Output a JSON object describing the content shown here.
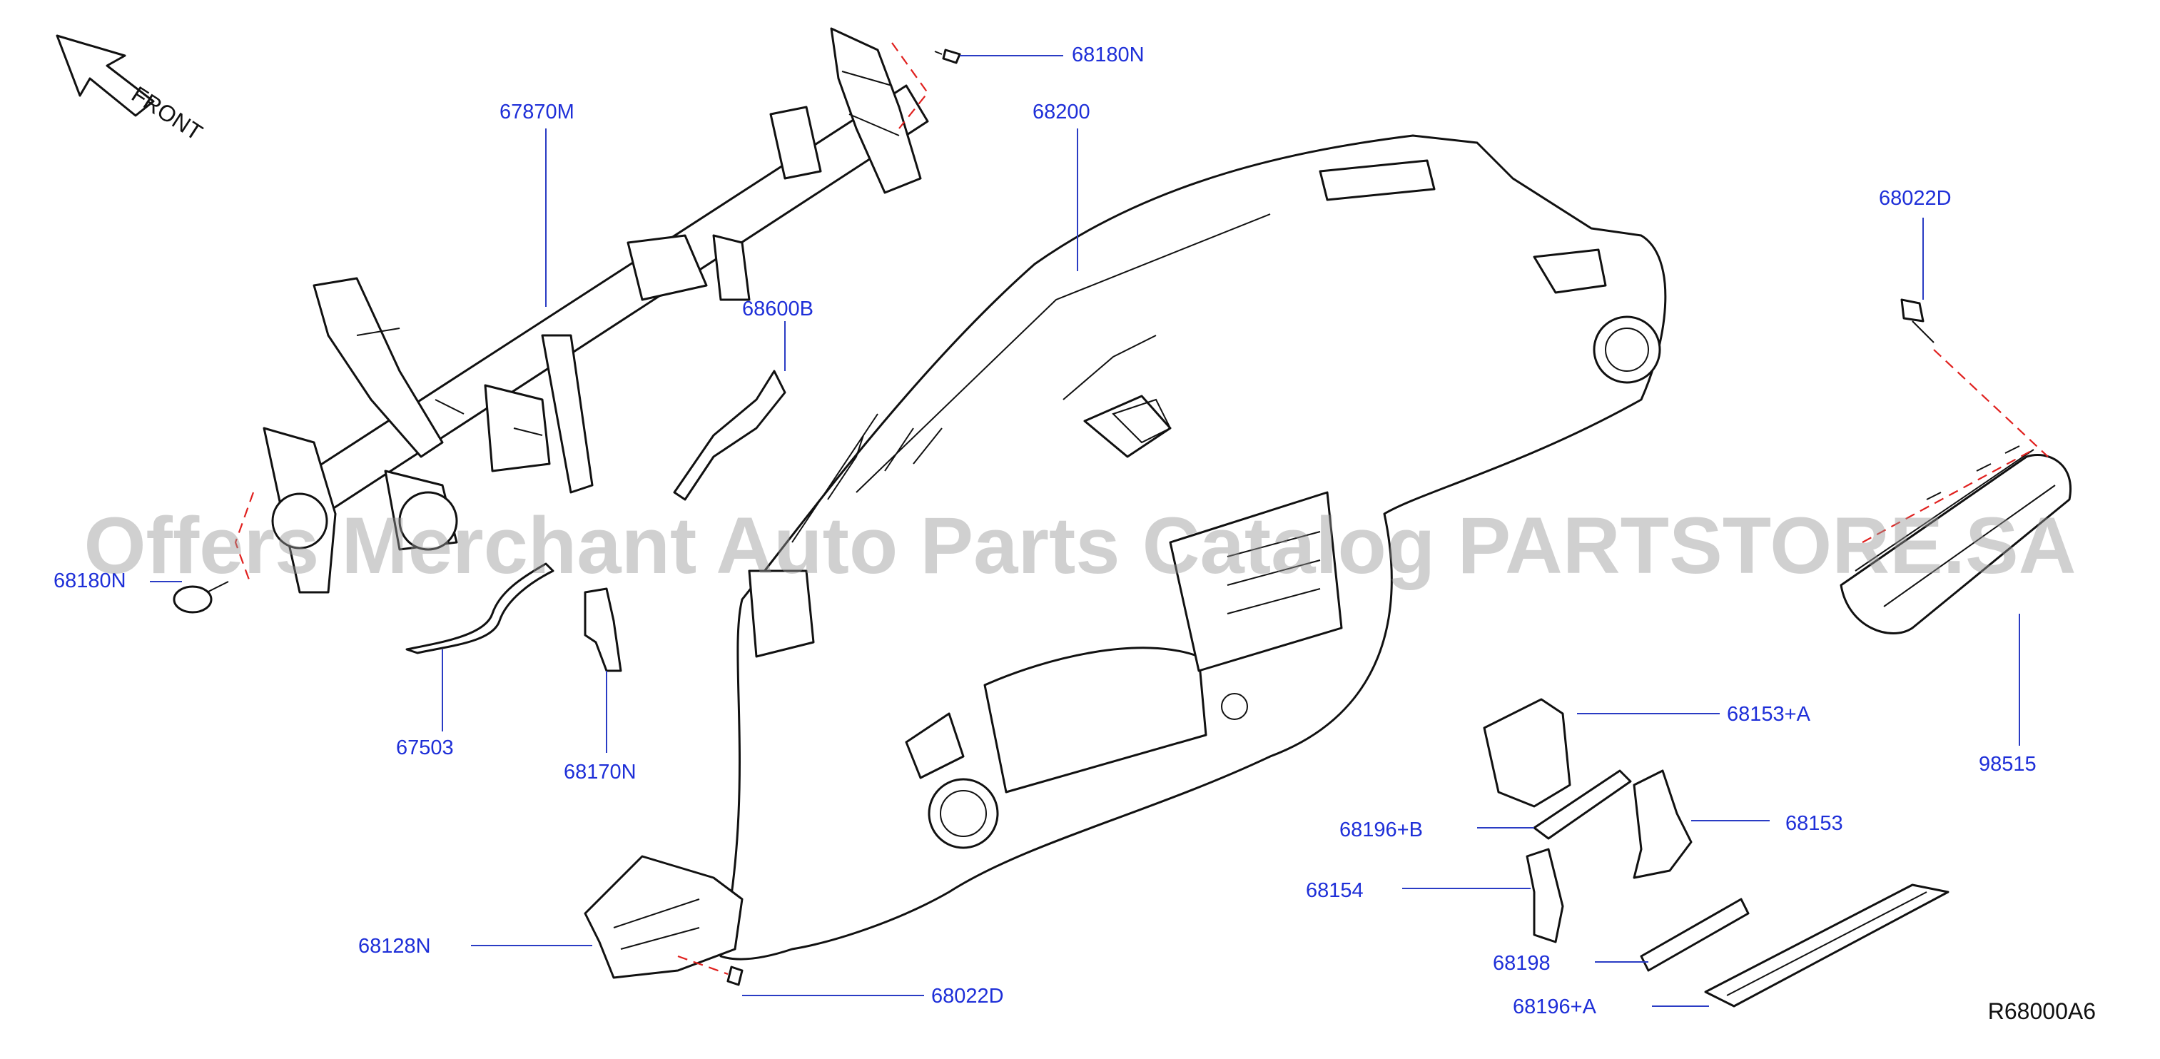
{
  "direction_label": "FRONT",
  "watermark": "Offers Merchant Auto Parts Catalog PARTSTORE.SA",
  "diagram_code": "R68000A6",
  "colors": {
    "label": "#1e2fd8",
    "leader": "#2a3cc4",
    "dashed_link": "#e0201e",
    "outline": "#111111"
  },
  "callouts": [
    {
      "id": "68180N_top",
      "text": "68180N"
    },
    {
      "id": "67870M",
      "text": "67870M"
    },
    {
      "id": "68200",
      "text": "68200"
    },
    {
      "id": "68022D_right",
      "text": "68022D"
    },
    {
      "id": "68600B",
      "text": "68600B"
    },
    {
      "id": "68180N_left",
      "text": "68180N"
    },
    {
      "id": "67503",
      "text": "67503"
    },
    {
      "id": "68170N",
      "text": "68170N"
    },
    {
      "id": "68153A",
      "text": "68153+A"
    },
    {
      "id": "98515",
      "text": "98515"
    },
    {
      "id": "68196B",
      "text": "68196+B"
    },
    {
      "id": "68153",
      "text": "68153"
    },
    {
      "id": "68154",
      "text": "68154"
    },
    {
      "id": "68128N",
      "text": "68128N"
    },
    {
      "id": "68198",
      "text": "68198"
    },
    {
      "id": "68022D_bottom",
      "text": "68022D"
    },
    {
      "id": "68196A",
      "text": "68196+A"
    }
  ]
}
